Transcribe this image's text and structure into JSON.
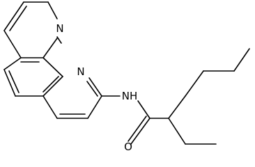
{
  "molecule": {
    "atom_labels": {
      "ring_n_top": "N",
      "ring_n_mid": "N",
      "amide_nh": "NH",
      "carbonyl_o": "O"
    }
  }
}
